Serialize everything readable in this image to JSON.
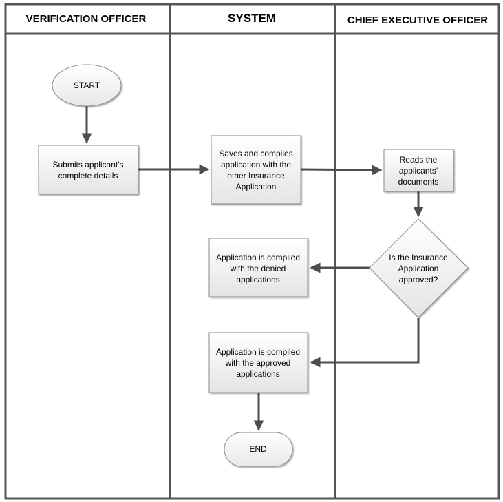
{
  "lanes": [
    {
      "id": "verification",
      "title": "VERIFICATION OFFICER"
    },
    {
      "id": "system",
      "title": "SYSTEM"
    },
    {
      "id": "ceo",
      "title": "CHIEF EXECUTIVE OFFICER"
    }
  ],
  "nodes": {
    "start": {
      "lines": [
        "START"
      ]
    },
    "submit": {
      "lines": [
        "Submits applicant's",
        "complete details"
      ]
    },
    "save": {
      "lines": [
        "Saves and compiles",
        "application with the",
        "other Insurance",
        "Application"
      ]
    },
    "reads": {
      "lines": [
        "Reads the",
        "applicants'",
        "documents"
      ]
    },
    "decision": {
      "lines": [
        "Is the Insurance",
        "Application",
        "approved?"
      ]
    },
    "denied": {
      "lines": [
        "Application is compiled",
        "with the denied",
        "applications"
      ]
    },
    "approved": {
      "lines": [
        "Application is compiled",
        "with the approved",
        "applications"
      ]
    },
    "end": {
      "lines": [
        "END"
      ]
    }
  },
  "colors": {
    "border": "#555555",
    "lane_line": "#555555",
    "box_fill_top": "#ffffff",
    "box_fill_bottom": "#e6e6e6",
    "box_stroke": "#8c8c8c",
    "connector": "#4d4d4d"
  }
}
